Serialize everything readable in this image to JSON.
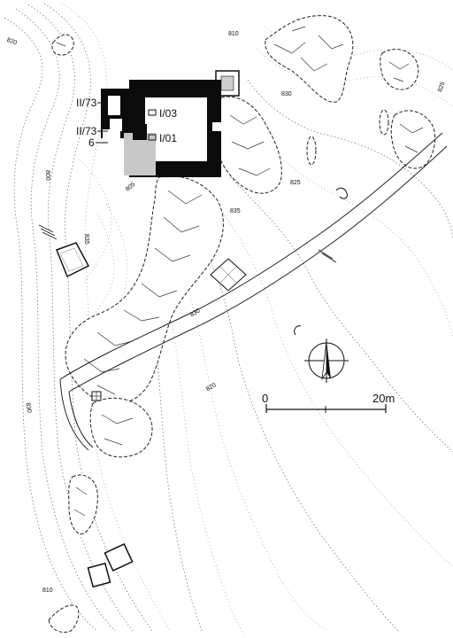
{
  "rooms": {
    "r1173a": "II/73",
    "r1173b": "II/73",
    "r6": "6",
    "r103": "I/03",
    "r101": "I/01"
  },
  "contours": [
    "820",
    "810",
    "830",
    "825",
    "835",
    "805",
    "800",
    "835",
    "825",
    "830",
    "830",
    "820",
    "810"
  ],
  "contour_values": {
    "c1": "820",
    "c2": "810",
    "c3": "830",
    "c4": "825",
    "c5": "835",
    "c6": "805",
    "c7": "800",
    "c8": "835",
    "c9": "825",
    "c10": "830",
    "c11": "830",
    "c12": "820",
    "c13": "810"
  },
  "scale_bar": {
    "start": "0",
    "end": "20m"
  },
  "colors": {
    "ink": "#0b0b0b",
    "contour": "#777777",
    "paper": "#ffffff"
  },
  "icons": {
    "north_arrow": "north-arrow-icon"
  }
}
